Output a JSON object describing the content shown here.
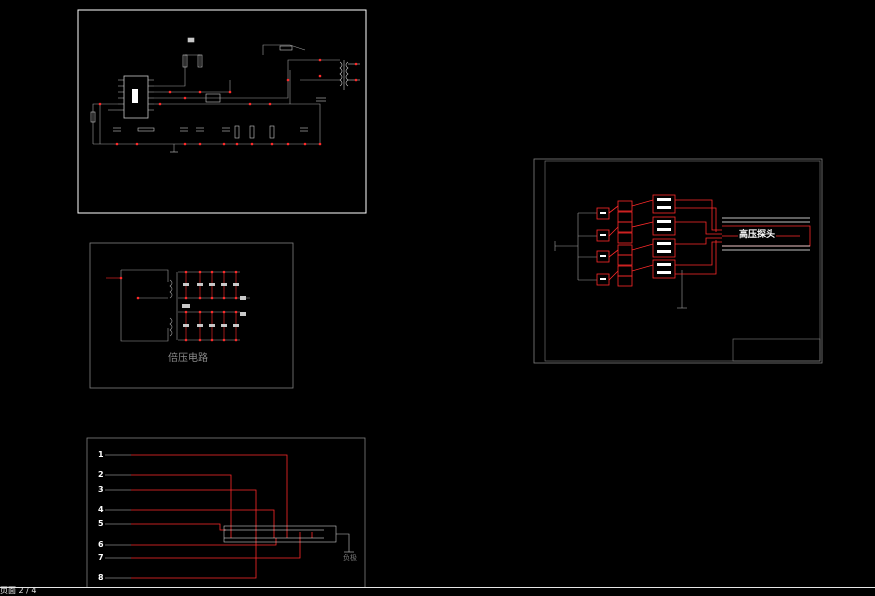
{
  "colors": {
    "background": "#000000",
    "frame": "#808080",
    "frame_highlight": "#ffffff",
    "wire": "#ff2a2a",
    "component": "#c8c8c8",
    "label": "#7a7a7a"
  },
  "sheets": {
    "voltage_doubler": {
      "title": "倍压电路"
    },
    "probe_array": {
      "title": "高压探头"
    },
    "harness": {
      "pins": [
        "1",
        "2",
        "3",
        "4",
        "5",
        "6",
        "7",
        "8"
      ],
      "ground_label": "负极"
    }
  },
  "statusbar": {
    "text": "页面 2 / 4"
  }
}
